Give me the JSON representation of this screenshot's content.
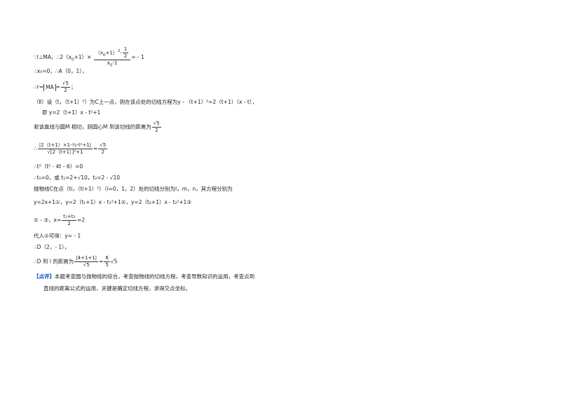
{
  "lines": {
    "l1_pre": "∵l⊥MA，∴2（x",
    "l1_sub": "0",
    "l1_mid": "+1）×",
    "l1_num_a": "（x",
    "l1_num_sub": "0",
    "l1_num_b": "+1）",
    "l1_num_sup": "2",
    "l1_num_c": "-",
    "l1_num_half": "1",
    "l1_num_half_d": "2",
    "l1_den_a": "x",
    "l1_den_sub": "0",
    "l1_den_b": "-1",
    "l1_end": "= - 1",
    "l2": "∴x₀=0，∴A（0，1），",
    "l3_pre": "∴r=",
    "l3_abs": "MA",
    "l3_eq": "=",
    "l3_num": "√5",
    "l3_den": "2",
    "l3_end": "；",
    "l4": "（Ⅱ）设（t，（t+1）²）为C上一点，则在该点处的切线方程为y - （t+1）²=2（t+1）（x - t），",
    "l5": "即 y=2（t+1）x - t²+1",
    "l6_pre": "若该直线与圆M 相切，则圆心M 到该切线的距离为",
    "l6_num": "√5",
    "l6_den": "2",
    "l7_pre": "∴",
    "l7_num": "|2（t+1）×1-½-t²+1|",
    "l7_den": "√[2（t+1）]²+1",
    "l7_eq": "=",
    "l7_rnum": "√5",
    "l7_rden": "2",
    "l8": "∴t²（t² - 4t - 6）=0",
    "l9": "∴t₀=0，或 t₁=2+√10，t₂=2 - √10",
    "l10": "抛物线C在点（ti，（ti+1）²）（i=0，1，2）处的切线分别为l，m，n，其方程分别为",
    "l11": "y=2x+1①，y=2（t₁+1）x - t₁²+1②，y=2（t₂+1）x - t₂²+1③",
    "l12_pre": "② - ③，x=",
    "l12_num": "t₁+t₂",
    "l12_den": "2",
    "l12_end": "=2",
    "l13": "代入②可得：y= - 1",
    "l14": "∴D（2，- 1），",
    "l15_pre": "∴D 到 l 的距离为",
    "l15_num": "|4+1+1|",
    "l15_den": "√5",
    "l15_eq": "=",
    "l15_rnum": "6",
    "l15_rden": "5",
    "l15_end": "√5",
    "review_tag": "【点评】",
    "review_1": "本题考查圆与抛物线的综合，考查抛物线的切线方程，考查导数知识的运用，考查点到",
    "review_2": "直线的距离公式的运用，关键是确定切线方程，求得交点坐标。"
  }
}
